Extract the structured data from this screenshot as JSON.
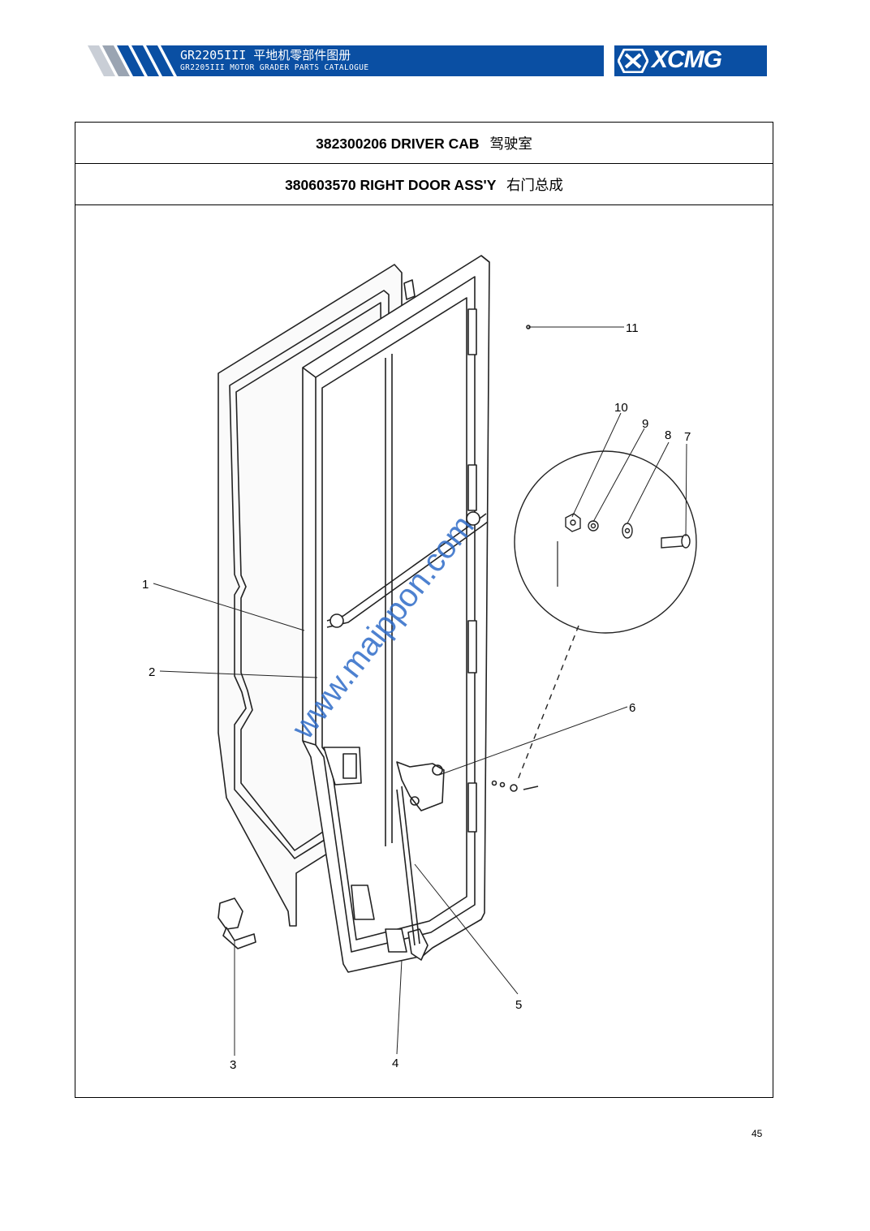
{
  "header": {
    "title": "GR2205III 平地机零部件图册",
    "subtitle": "GR2205III MOTOR GRADER PARTS CATALOGUE",
    "brand": "XCMG",
    "brand_color": "#0a4fa3"
  },
  "table": {
    "row1": {
      "code": "382300206",
      "name_en": "DRIVER CAB",
      "name_cn": "驾驶室"
    },
    "row2": {
      "code": "380603570",
      "name_en": "RIGHT DOOR ASS'Y",
      "name_cn": "右门总成"
    }
  },
  "diagram": {
    "callouts": [
      "1",
      "2",
      "3",
      "4",
      "5",
      "6",
      "7",
      "8",
      "9",
      "10",
      "11"
    ],
    "watermark": "www.maippon.com"
  },
  "page_number": "45"
}
